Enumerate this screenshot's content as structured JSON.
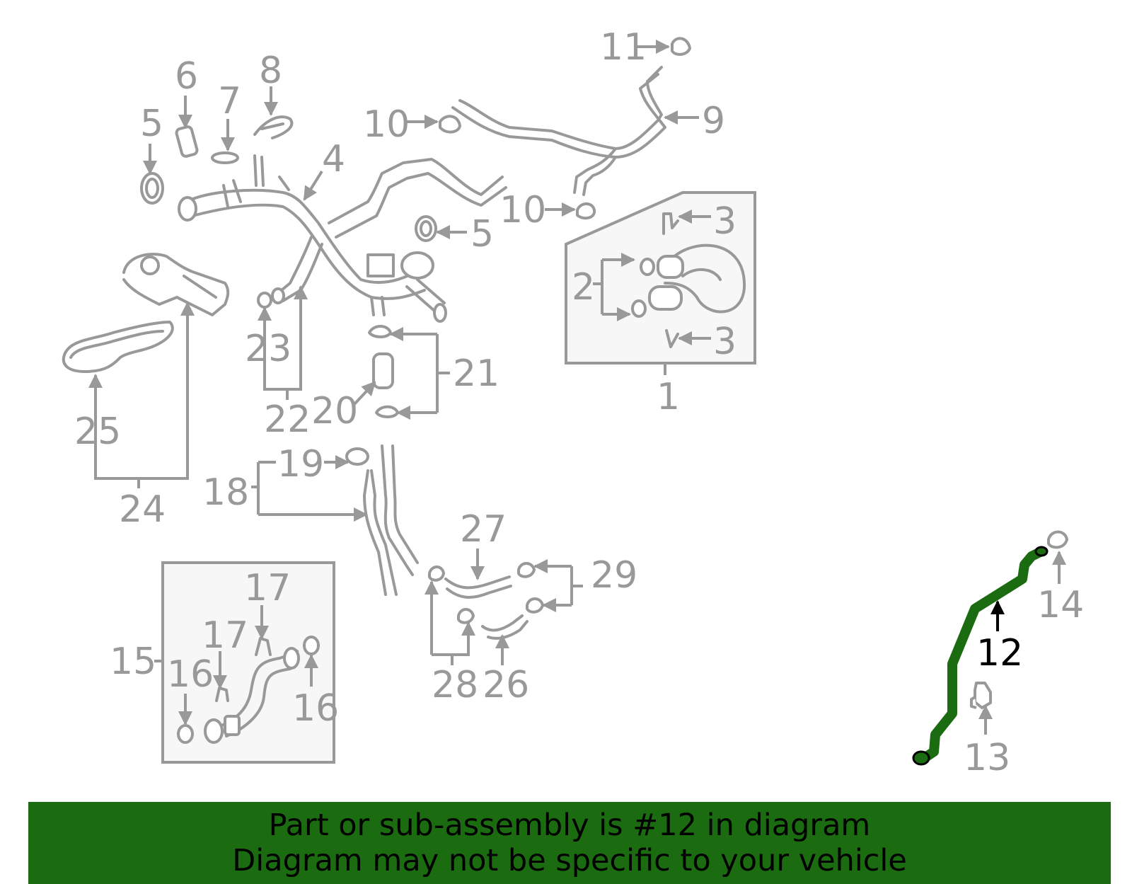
{
  "highlight_color": "#1b6b10",
  "part_color": "#999999",
  "callouts": {
    "c1": "1",
    "c2": "2",
    "c3a": "3",
    "c3b": "3",
    "c4": "4",
    "c5a": "5",
    "c5b": "5",
    "c6": "6",
    "c7": "7",
    "c8": "8",
    "c9": "9",
    "c10a": "10",
    "c10b": "10",
    "c11": "11",
    "c12": "12",
    "c13": "13",
    "c14": "14",
    "c15": "15",
    "c16a": "16",
    "c16b": "16",
    "c17a": "17",
    "c17b": "17",
    "c18": "18",
    "c19": "19",
    "c20": "20",
    "c21": "21",
    "c22": "22",
    "c23": "23",
    "c24": "24",
    "c25": "25",
    "c26": "26",
    "c27": "27",
    "c28": "28",
    "c29": "29"
  },
  "banner": {
    "line1": "Part or sub-assembly is #12 in diagram",
    "line2": "Diagram may not be specific to your vehicle"
  }
}
